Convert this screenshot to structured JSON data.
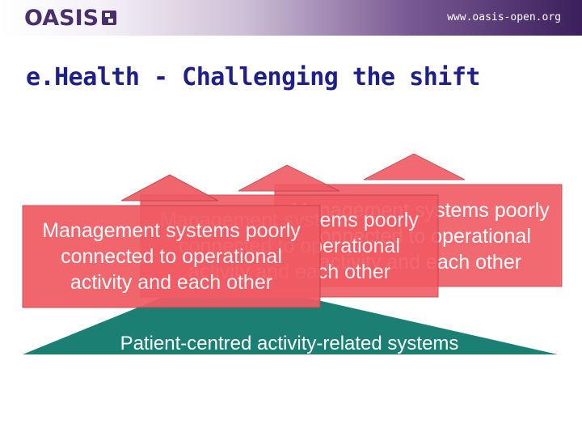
{
  "header": {
    "logo_text": "OASIS",
    "logo_icon": "oasis-mark-icon",
    "url": "www.oasis-open.org",
    "gradient_colors": [
      "#ffffff",
      "#3a1f5c"
    ]
  },
  "slide": {
    "title": "e.Health - Challenging the shift"
  },
  "diagram": {
    "base_label": "Patient-centred activity-related systems",
    "base_color": "#1b7f73",
    "box_color": "#f05a63",
    "box_lines_front": [
      "Management systems poorly",
      "connected to operational",
      "activity and each other"
    ],
    "box_lines_middle": [
      "Management systems poorly",
      "connected to operational",
      "activity and each other"
    ],
    "box_lines_back": [
      "Management systems poorly",
      "connected to operational",
      "activity and each other"
    ]
  }
}
